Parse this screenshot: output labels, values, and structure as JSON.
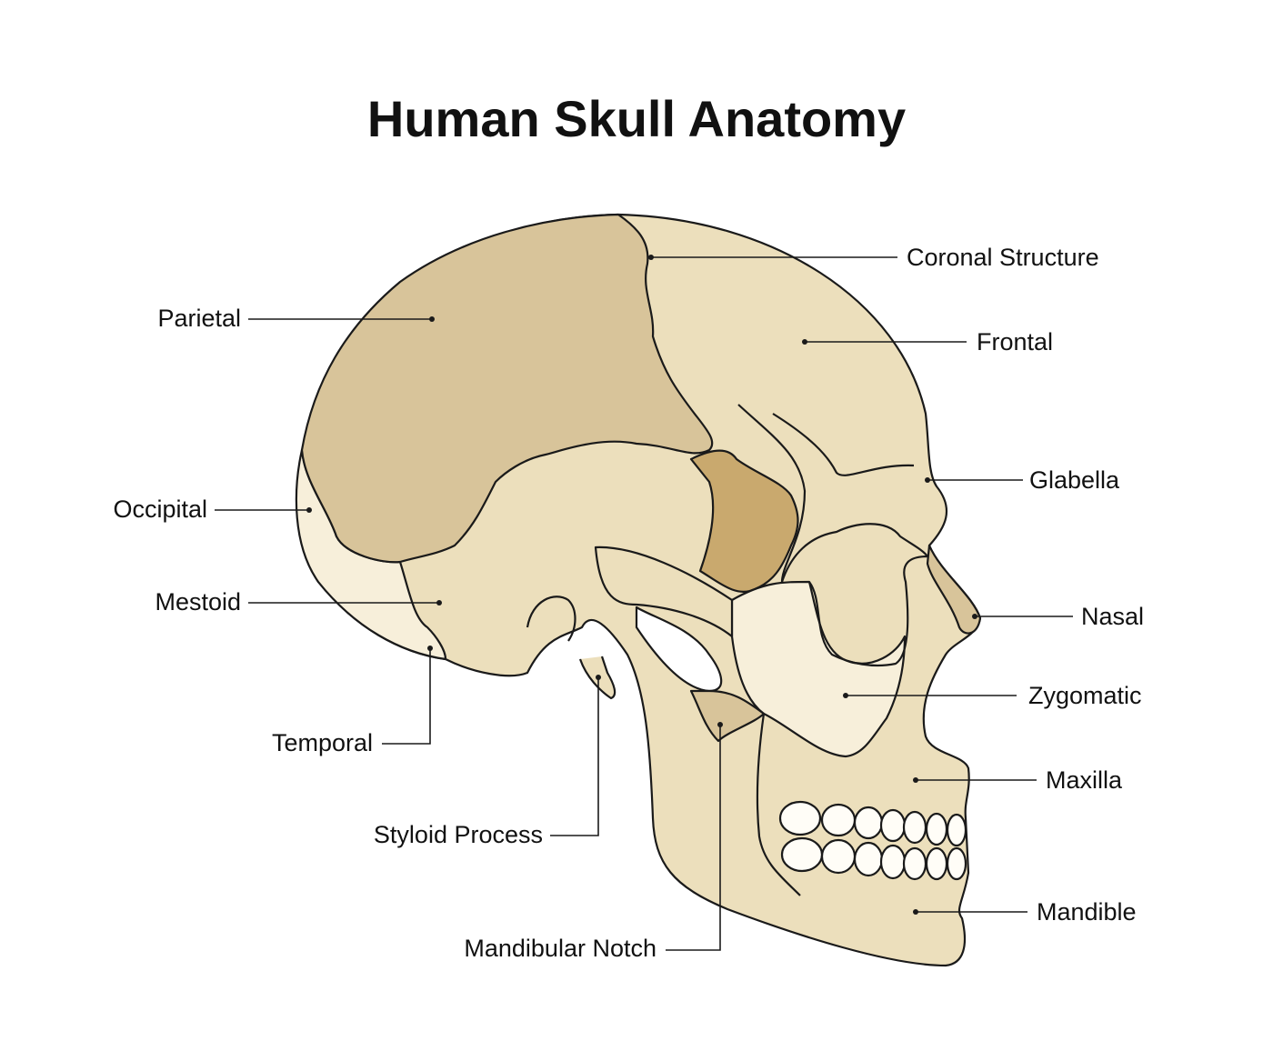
{
  "title": "Human Skull Anatomy",
  "colors": {
    "outline": "#1a1a1a",
    "frontal": "#ecdfbc",
    "parietal": "#d8c49a",
    "occipital": "#f7efda",
    "sphenoid": "#c9a96e",
    "teeth": "#fffdf7"
  },
  "labels": {
    "coronal": "Coronal Structure",
    "frontal": "Frontal",
    "glabella": "Glabella",
    "nasal": "Nasal",
    "zygomatic": "Zygomatic",
    "maxilla": "Maxilla",
    "mandible": "Mandible",
    "parietal": "Parietal",
    "occipital": "Occipital",
    "mestoid": "Mestoid",
    "temporal": "Temporal",
    "styloid": "Styloid Process",
    "mandibular_notch": "Mandibular Notch"
  }
}
